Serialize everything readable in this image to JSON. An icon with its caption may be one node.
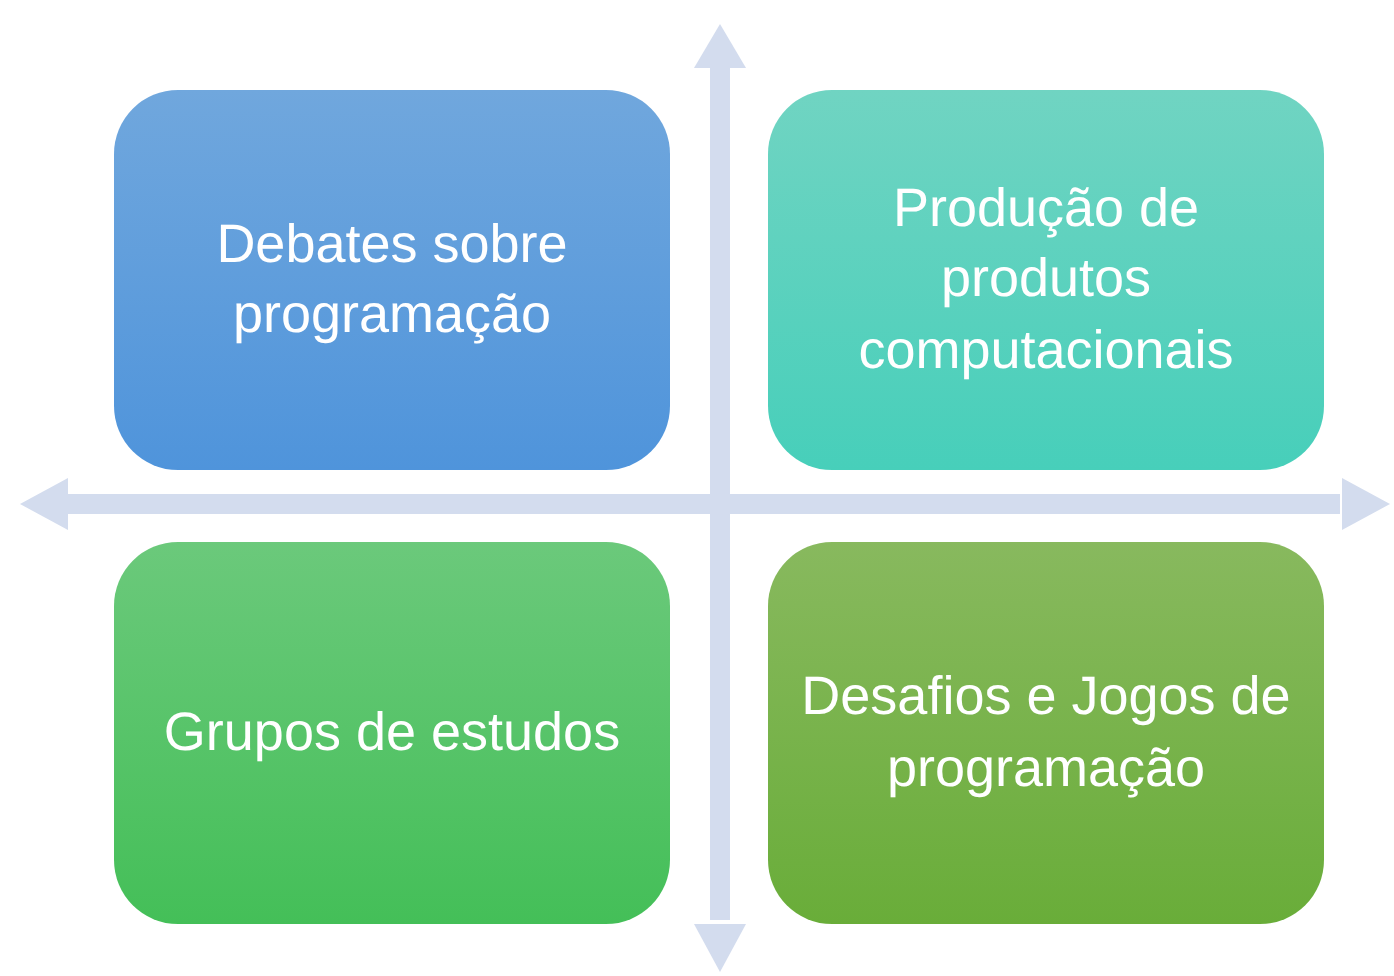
{
  "diagram": {
    "nodes": [
      {
        "text": [
          "Debates sobre programação"
        ]
      },
      {
        "text": [
          "Produção de produtos computacionais"
        ]
      },
      {
        "text": [
          "Grupos de estudos"
        ]
      },
      {
        "text": [
          "Desafios e Jogos de programação"
        ]
      }
    ]
  }
}
